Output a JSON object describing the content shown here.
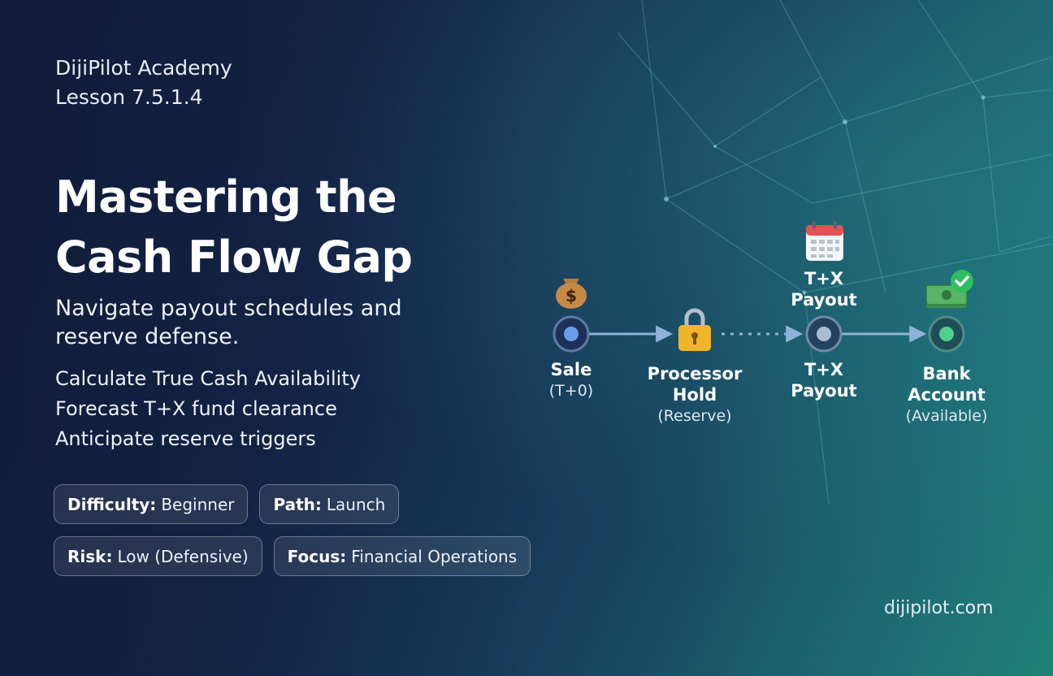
{
  "header": {
    "academy": "DijiPilot Academy",
    "lesson": "Lesson 7.5.1.4"
  },
  "title": {
    "line1": "Mastering the",
    "line2": "Cash Flow Gap"
  },
  "subtitle": {
    "line1": "Navigate payout schedules and",
    "line2": "reserve defense."
  },
  "objectives": [
    "Calculate True Cash Availability",
    "Forecast T+X fund clearance",
    "Anticipate reserve triggers"
  ],
  "badges": [
    {
      "key": "Difficulty:",
      "value": "Beginner"
    },
    {
      "key": "Path:",
      "value": "Launch"
    },
    {
      "key": "Risk:",
      "value": "Low (Defensive)"
    },
    {
      "key": "Focus:",
      "value": "Financial Operations"
    }
  ],
  "flow": {
    "sale": {
      "label": "Sale",
      "sub": "(T+0)"
    },
    "hold": {
      "label_line1": "Processor",
      "label_line2": "Hold",
      "sub": "(Reserve)"
    },
    "payout_top": {
      "line1": "T+X",
      "line2": "Payout"
    },
    "payout": {
      "line1": "T+X",
      "line2": "Payout"
    },
    "bank": {
      "label_line1": "Bank",
      "label_line2": "Account",
      "sub": "(Available)"
    }
  },
  "icons": {
    "money_bag": "money-bag-icon",
    "padlock": "padlock-icon",
    "calendar": "calendar-icon",
    "cash_check": "cash-check-icon"
  },
  "colors": {
    "node_blue": "#6a9ee8",
    "node_gray": "#aabdd0",
    "node_green": "#4fd08a",
    "badge_check": "#2fbf5e"
  },
  "footer": {
    "url": "dijipilot.com"
  }
}
